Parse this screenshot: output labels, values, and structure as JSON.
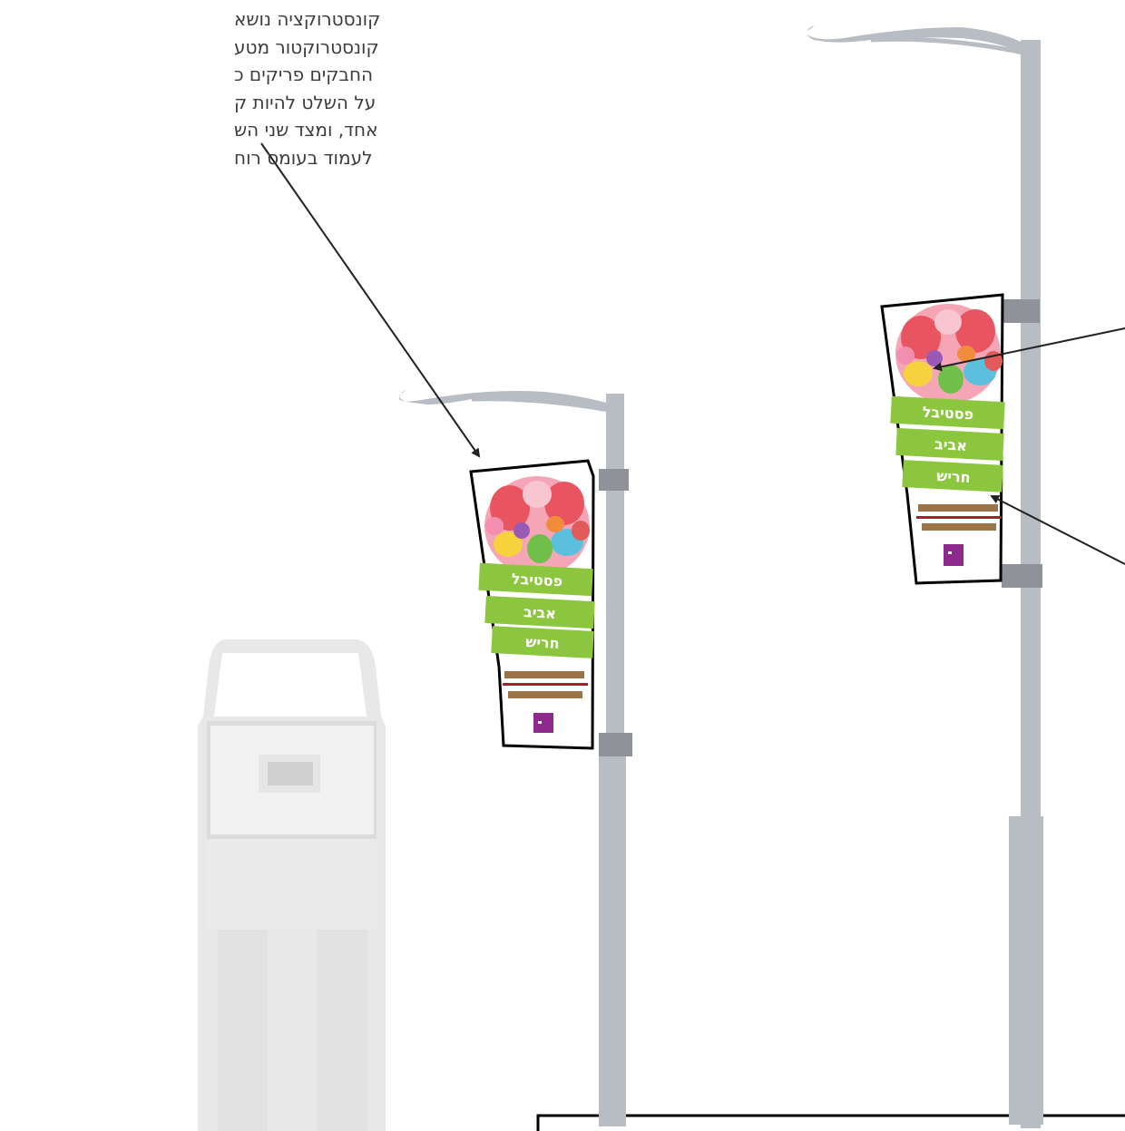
{
  "annotation": {
    "lines": [
      "קונסטרוקציה נושא",
      "קונסטרוקטור מטע",
      "החבקים פריקים כ",
      "על השלט להיות ק",
      "אחד, ומצד שני הש",
      "לעמוד בעומס רוח"
    ]
  },
  "banner": {
    "lines": [
      "פסטיבל",
      "אביב",
      "חריש"
    ]
  },
  "colors": {
    "pole": "#b8bcc3",
    "pole_bracket": "#8f9399",
    "banner_band": "#8cc63f",
    "banner_text": "#ffffff",
    "banner_brown": "#9a7447",
    "banner_divider": "#a0232c",
    "logo": "#8e2a8e",
    "car": "#e8e8e8",
    "car_detail": "#d2d2d2",
    "outline": "#000000",
    "annotation_text": "#3c3c3c"
  }
}
